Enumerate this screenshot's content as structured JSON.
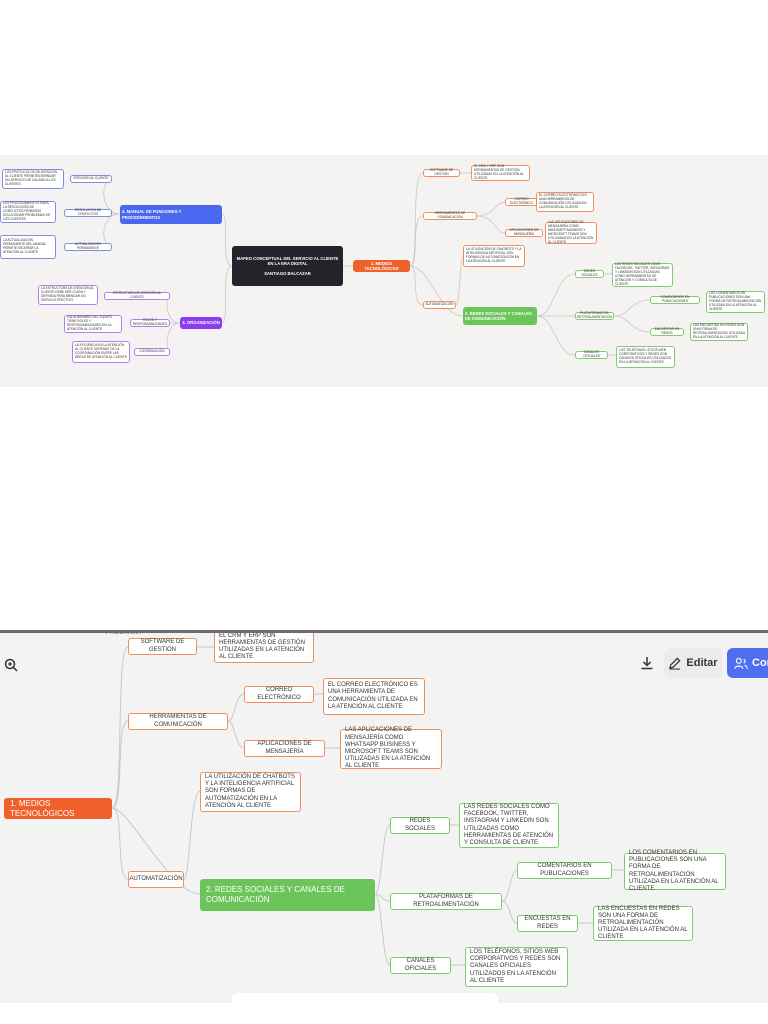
{
  "overview": {
    "central": {
      "title": "MAPEO CONCEPTUAL DEL SERVICIO AL CLIENTE EN LA ERA DIGITAL",
      "author": "SANTIAGO BALCAZAR"
    },
    "b1": "1. MEDIOS TECNOLÓGICOS",
    "b2": "2. REDES SOCIALES Y CANALES DE COMUNICACIÓN",
    "b3": "3. ORGANIZACIÓN",
    "b4": "4. MANUAL DE FUNCIONES Y PROCEDIMIENTOS",
    "software": "SOFTWARE DE GESTIÓN",
    "software_desc": "EL CRM Y ERP SON HERRAMIENTAS DE GESTIÓN UTILIZADAS EN LA ATENCIÓN AL CLIENTE",
    "herramientas": "HERRAMIENTAS DE COMUNICACIÓN",
    "correo": "CORREO ELECTRÓNICO",
    "correo_desc": "EL CORREO ELECTRÓNICO ES UNA HERRAMIENTA DE COMUNICACIÓN UTILIZADA EN LA ATENCIÓN AL CLIENTE",
    "apps": "APLICACIONES DE MENSAJERÍA",
    "apps_desc": "LAS APLICACIONES DE MENSAJERÍA COMO WHATSAPP BUSINESS Y MICROSOFT TEAMS SON UTILIZADAS EN LA ATENCIÓN AL CLIENTE",
    "auto_desc": "LA UTILIZACIÓN DE CHATBOTS Y LA INTELIGENCIA ARTIFICIAL SON FORMAS DE AUTOMATIZACIÓN EN LA ATENCIÓN AL CLIENTE",
    "auto": "AUTOMATIZACIÓN",
    "redes": "REDES SOCIALES",
    "redes_desc": "LAS REDES SOCIALES COMO FACEBOOK, TWITTER, INSTAGRAM Y LINKEDIN SON UTILIZADAS COMO HERRAMIENTAS DE ATENCIÓN Y CONSULTA DE CLIENTE",
    "plataformas": "PLATAFORMAS DE RETROALIMENTACIÓN",
    "comentarios": "COMENTARIOS EN PUBLICACIONES",
    "comentarios_desc": "LOS COMENTARIOS EN PUBLICACIONES SON UNA FORMA DE RETROALIMENTACIÓN UTILIZADA EN LA ATENCIÓN AL CLIENTE",
    "encuestas": "ENCUESTAS EN REDES",
    "encuestas_desc": "LAS ENCUESTAS EN REDES SON UNA FORMA DE RETROALIMENTACIÓN UTILIZADA EN LA ATENCIÓN AL CLIENTE",
    "canales": "CANALES OFICIALES",
    "canales_desc": "LOS TELÉFONOS, SITIOS WEB CORPORATIVOS Y REDES SON CANALES OFICIALES UTILIZADOS EN LA ATENCIÓN AL CLIENTE",
    "estructura": "ESTRUCTURA DE ATENCIÓN AL CLIENTE",
    "estructura_desc": "LA ESTRUCTURA DE ATENCIÓN AL CLIENTE DEBE SER CLARA Y DEFINIDA PARA BRINDAR UN SERVICIO EFECTIVO",
    "roles": "ROLES Y RESPONSABILIDADES",
    "roles_desc": "CADA MIEMBRO DEL EQUIPO TIENE ROLES Y RESPONSABILIDADES EN LA ATENCIÓN AL CLIENTE",
    "coord": "COORDINACIÓN",
    "coord_desc": "LA EFICIENCIA EN LA ATENCIÓN AL CLIENTE DEPENDE DE LA COORDINACIÓN ENTRE LAS ÁREAS DE ATENCIÓN AL CLIENTE",
    "atencion": "ATENCIÓN AL CLIENTE",
    "atencion_desc": "LOS PROTOCOLOS DE ATENCIÓN AL CLIENTE PERMITEN BRINDAR UN SERVICIO DE CALIDAD A LOS CLIENTES",
    "resolucion": "RESOLUCIÓN DE CONFLICTOS",
    "resolucion_desc": "LOS PROCEDIMIENTOS PARA LA RESOLUCIÓN DE CONFLICTOS PERMITEN SOLUCIONAR PROBLEMAS DE LOS CLIENTES",
    "actualizacion": "ACTUALIZACIÓN PERMANENTE",
    "actualizacion_desc": "LA ACTUALIZACIÓN PERMANENTE DEL MANUAL PERMITE MEJORAR LA ATENCIÓN AL CLIENTE"
  },
  "zoomed": {
    "partial_top": "PROGRAMA",
    "b1": "1. MEDIOS TECNOLÓGICOS",
    "b2": "2. REDES SOCIALES Y CANALES DE COMUNICACIÓN",
    "software": "SOFTWARE DE GESTIÓN",
    "software_desc": "EL CRM Y ERP SON HERRAMIENTAS DE GESTIÓN UTILIZADAS EN LA ATENCIÓN AL CLIENTE",
    "herramientas": "HERRAMIENTAS DE COMUNICACIÓN",
    "correo": "CORREO ELECTRÓNICO",
    "correo_desc": "EL CORREO ELECTRÓNICO ES UNA HERRAMIENTA DE COMUNICACIÓN UTILIZADA EN LA ATENCIÓN AL CLIENTE",
    "apps": "APLICACIONES DE MENSAJERÍA",
    "apps_desc": "LAS APLICACIONES DE MENSAJERÍA COMO WHATSAPP BUSINESS Y MICROSOFT TEAMS SON UTILIZADAS EN LA ATENCIÓN AL CLIENTE",
    "auto_desc": "LA UTILIZACIÓN DE CHATBOTS Y LA INTELIGENCIA ARTIFICIAL SON FORMAS DE AUTOMATIZACIÓN EN LA ATENCIÓN AL CLIENTE",
    "auto": "AUTOMATIZACIÓN",
    "redes": "REDES SOCIALES",
    "redes_desc": "LAS REDES SOCIALES COMO FACEBOOK, TWITTER, INSTAGRAM Y LINKEDIN SON UTILIZADAS COMO HERRAMIENTAS DE ATENCIÓN Y CONSULTA DE CLIENTE",
    "plataformas": "PLATAFORMAS DE RETROALIMENTACIÓN",
    "comentarios": "COMENTARIOS EN PUBLICACIONES",
    "comentarios_desc": "LOS COMENTARIOS EN PUBLICACIONES SON UNA FORMA DE RETROALIMENTACIÓN UTILIZADA EN LA ATENCIÓN AL CLIENTE",
    "encuestas": "ENCUESTAS EN REDES",
    "encuestas_desc": "LAS ENCUESTAS EN REDES SON UNA FORMA DE RETROALIMENTACIÓN UTILIZADA EN LA ATENCIÓN AL CLIENTE",
    "canales": "CANALES OFICIALES",
    "canales_desc": "LOS TELÉFONOS, SITIOS WEB CORPORATIVOS Y REDES SON CANALES OFICIALES UTILIZADOS EN LA ATENCIÓN AL CLIENTE"
  },
  "toolbar": {
    "download_icon": "download-icon",
    "edit_label": "Editar",
    "edit_icon": "pencil-icon",
    "share_label": "Con",
    "share_icon": "users-icon",
    "zoom_icon": "zoom-in-icon"
  },
  "colors": {
    "orange": "#f0602a",
    "green": "#6cc55a",
    "blue": "#4a67f0",
    "purple": "#8a3df0",
    "central": "#26222c",
    "share": "#4f6ef0"
  }
}
